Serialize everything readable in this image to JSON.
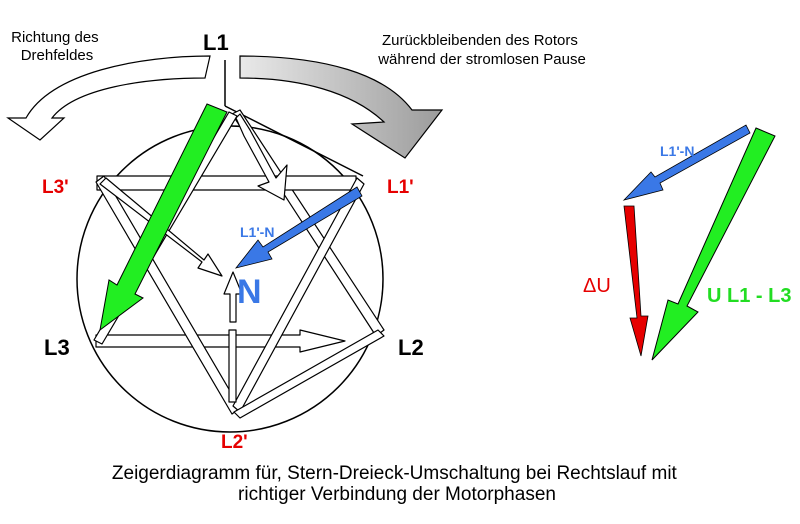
{
  "annotations": {
    "field_direction": [
      "Richtung des",
      "Drehfeldes"
    ],
    "rotor_lag": [
      "Zurückbleibenden des Rotors",
      "während der stromlosen Pause"
    ]
  },
  "phase_labels": {
    "L1": "L1",
    "L2": "L2",
    "L3": "L3",
    "L1p": "L1'",
    "L2p": "L2'",
    "L3p": "L3'"
  },
  "vector_labels": {
    "l1n_left": "L1'-N",
    "neutral": "N",
    "l1n_right": "L1'-N",
    "delta_u": "ΔU",
    "u_l1_l3": "U L1 - L3"
  },
  "caption": [
    "Zeigerdiagramm für, Stern-Dreieck-Umschaltung bei Rechtslauf mit",
    "richtiger Verbindung der Motorphasen"
  ],
  "colors": {
    "green": "#22ee22",
    "blue": "#3a78e6",
    "red": "#e60000",
    "grey": "#bdbdbd",
    "black": "#000000"
  }
}
